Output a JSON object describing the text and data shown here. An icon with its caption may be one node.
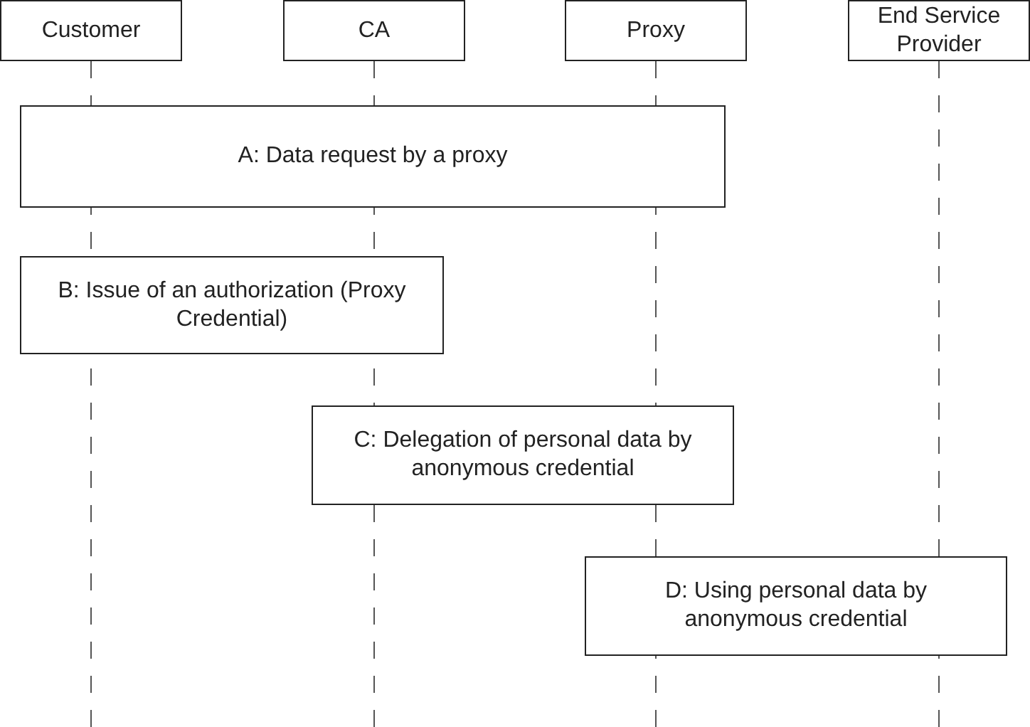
{
  "diagram": {
    "nodes": [
      {
        "text": [
          "Customer"
        ]
      },
      {
        "text": [
          "CA"
        ]
      },
      {
        "text": [
          "Proxy"
        ]
      },
      {
        "text": [
          "End Service Provider"
        ]
      },
      {
        "text": [
          "A: Data request by a proxy"
        ]
      },
      {
        "text": [
          "B: Issue of an authorization (Proxy Credential)"
        ]
      },
      {
        "text": [
          "C: Delegation of personal data by anonymous credential"
        ]
      },
      {
        "text": [
          "D: Using personal data by anonymous credential"
        ]
      }
    ],
    "edges": []
  }
}
